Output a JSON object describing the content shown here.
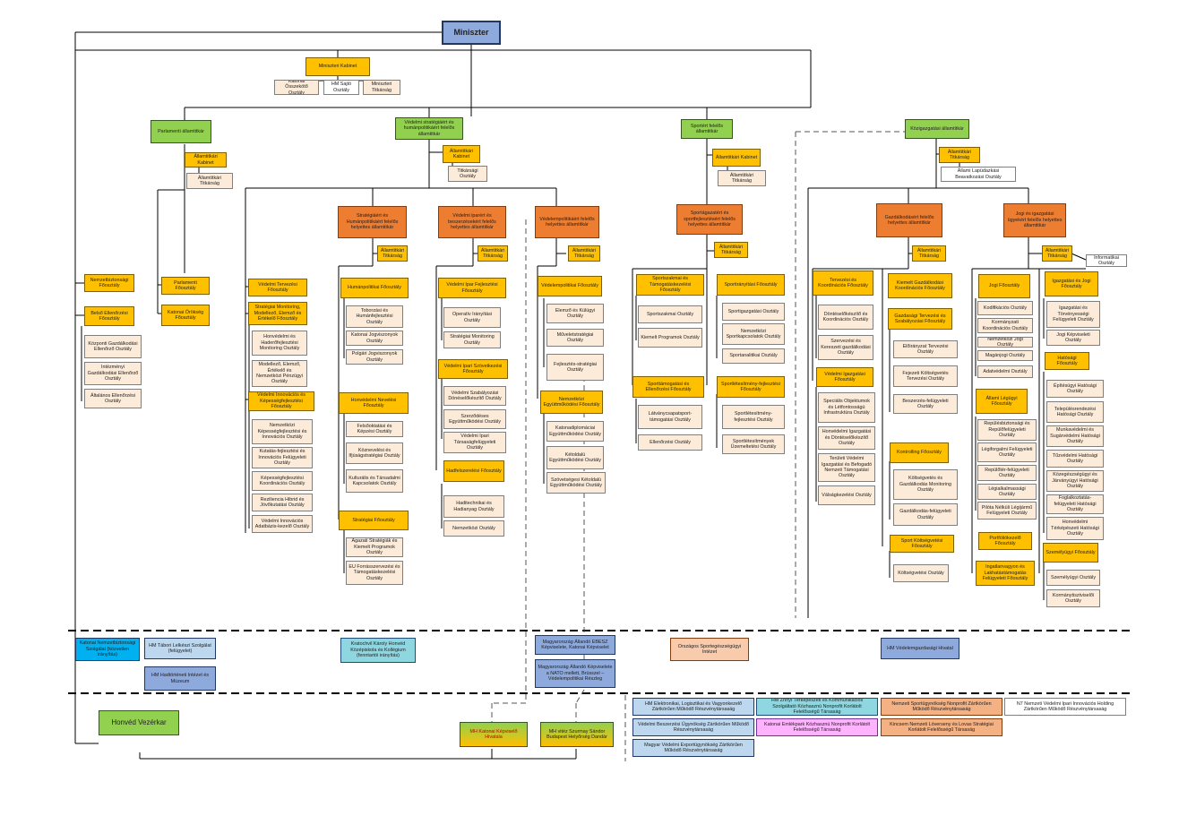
{
  "minister": "Miniszter",
  "cabinet": {
    "head": "Miniszteri Kabinet",
    "units": [
      "Katonai Összekötő Osztály",
      "HM Sajtó Osztály",
      "Miniszteri Titkárság"
    ]
  },
  "parliamentary": {
    "head": "Parlamenti államtitkár",
    "cabinet": "Államtitkári Kabinet",
    "secretariat": "Államtitkári Titkárság",
    "divisions": [
      "Parlamenti Főosztály",
      "Katonai Örökség Főosztály"
    ]
  },
  "left_column": {
    "nat_sec": "Nemzetbiztonsági Főosztály",
    "internal_audit": "Belső Ellenőrzési Főosztály",
    "units": [
      "Központi Gazdálkodási Ellenőrző Osztály",
      "Intézményi Gazdálkodási Ellenőrző Osztály",
      "Általános Ellenőrzési Osztály"
    ]
  },
  "defense_strategy": {
    "head": "Védelmi stratégiáért és humánpolitikáért felelős államtitkár",
    "cabinet": "Államtitkári Kabinet",
    "secretariat": "Titkársági Osztály",
    "planning": {
      "head": "Védelmi Tervezési Főosztály",
      "sub_head": "Stratégiai Monitoring, Modellező, Elemző és Értékelő Főosztály",
      "units": [
        "Honvédelmi és Haderőfejlesztési Monitoring Osztály",
        "Modellező, Elemző, Értékelő és Nemzetközi Pénzügyi Osztály"
      ]
    },
    "innovation": {
      "head": "Védelmi Innovációs és Képességfejlesztési Főosztály",
      "units": [
        "Nemzetközi Képességfejlesztési és Innovációs Osztály",
        "Kutatás-fejlesztési és Innovációs Felügyeleti Osztály",
        "Képességfejlesztési Koordinációs Osztály",
        "Reziliencia Hibrid és Jövőkutatási Osztály",
        "Védelmi Innovációs Adatbázis-kezelő Osztály"
      ]
    }
  },
  "deputy_strategy": {
    "head": "Stratégiáért és Humánpolitikáért felelős helyettes államtitkár",
    "secretariat": "Államtitkári Titkárság",
    "hr": {
      "head": "Humánpolitikai Főosztály",
      "units": [
        "Toborzási és Humánfejlesztési Osztály",
        "Katonai Jogviszonyok Osztály",
        "Polgári Jogviszonyok Osztály"
      ]
    },
    "education": {
      "head": "Honvédelmi Nevelési Főosztály",
      "units": [
        "Felsőoktatási és Képzési Osztály",
        "Köznevelési és Ifjúságstratégiai Osztály",
        "Kulturális és Társadalmi Kapcsolatok Osztály"
      ]
    },
    "strategy": {
      "head": "Stratégiai Főosztály",
      "units": [
        "Ágazati Stratégiák és Kiemelt Programok Osztály",
        "EU Forrásszervezési és Támogatáskezelési Osztály"
      ]
    }
  },
  "deputy_industry": {
    "head": "Védelmi iparért és beszerzésekért felelős helyettes államtitkár",
    "secretariat": "Államtitkári Titkárság",
    "industry": {
      "head": "Védelmi Ipar Fejlesztési Főosztály",
      "units": [
        "Operatív Irányítási Osztály",
        "Stratégiai Monitoring Osztály"
      ]
    },
    "cooperation": {
      "head": "Védelmi Ipari Szövetkezési Főosztály",
      "units": [
        "Védelmi Szabályozási Dönéselőkészítő Osztály",
        "Szerződéses Együttműködési Osztály",
        "Védelmi Ipari Társaságfelügyeleti Osztály"
      ]
    },
    "hadfelszer": {
      "head": "Hadfelszerelési Főosztály",
      "units": [
        "Haditechnikai és Hadianyag Osztály",
        "Nemzetközi Osztály"
      ]
    }
  },
  "deputy_defpol": {
    "head": "Védelempolitikáért felelős helyettes államtitkár",
    "secretariat": "Államtitkári Titkárság",
    "defpol": {
      "head": "Védelempolitikai Főosztály",
      "units": [
        "Elemző és Külügyi Osztály",
        "Műveletstratégiai Osztály",
        "Fejlesztés-stratégiai Osztály"
      ]
    },
    "intl": {
      "head": "Nemzetközi Együttműködési Főosztály",
      "units": [
        "Katonadiplomáciai Együttműködési Osztály",
        "Kétoldalú Együttműködési Osztály",
        "Szövetségesi Kétoldalú Együttműködési Osztály"
      ]
    }
  },
  "sport": {
    "head": "Sportért felelős államtitkár",
    "cabinet": "Államtitkári Kabinet",
    "secretariat": "Államtitkári Titkárság",
    "deputy": "Sportágazatért és sportfejlesztésért felelős helyettes államtitkár",
    "deputy_secretariat": "Államtitkári Titkárság",
    "spk": {
      "head": "Sportszakmai és Támogatáskezelési Főosztály",
      "units": [
        "Sportszakmai Osztály",
        "Kiemelt Programok Osztály"
      ]
    },
    "spi": {
      "head": "Sportirányítási Főosztály",
      "units": [
        "Sportigazgatási Osztály",
        "Nemzetközi Sportkapcsolatok Osztály",
        "Sportanalitikai Osztály"
      ]
    },
    "spe": {
      "head": "Sporttámogatási és Ellenőrzési Főosztály",
      "units": [
        "Látványcsapatsport-támogatási Osztály",
        "Ellenőrzési Osztály"
      ]
    },
    "spl": {
      "head": "Sportlétesítmény-fejlesztési Főosztály",
      "units": [
        "Sportlétesítmény-fejlesztési Osztály",
        "Sportlétesítmények Üzemeltetési Osztály"
      ]
    }
  },
  "admin": {
    "head": "Közigazgatási államtitkár",
    "secretariat": "Államtitkári Titkárság",
    "state_audit": "Állami Lapüdazkási Beavatkozási Osztály",
    "economic": {
      "head": "Gazdálkodásért felelős helyettes államtitkár",
      "secretariat": "Államtitkári Titkárság",
      "planning": {
        "head": "Tervezési és Koordinációs Főosztály",
        "units": [
          "Döntéselőkészítő és Koordinációs Osztály",
          "Szervezési és Kereszeti gazdálkodási Osztály"
        ]
      },
      "infra": {
        "head": "Védelmi Igazgatási Főosztály",
        "units": [
          "Speciális Objektumok és Létfontosságú Infrastruktúra Osztály",
          "Honvédelmi Igazgatási és Döntéselőkészítő Osztály",
          "Területi Védelmi Igazgatási és Befogadó Nemzeti Támogatási Osztály",
          "Válságkezelési Osztály"
        ]
      },
      "coord": "Kiemelt Gazdálkodási Koordinációs Főosztály",
      "budget": {
        "head": "Gazdasági Tervezési és Szabályozási Főosztály",
        "units": [
          "Előirányzat Tervezési Osztály",
          "Fejezeti Költségvetés Tervezési Osztály",
          "Beszerzés-felügyeleti Osztály"
        ]
      },
      "controlling": {
        "head": "Kontrolling Főosztály",
        "units": [
          "Költségvetés és Gazdálkodás Monitoring Osztály",
          "Gazdálkodás-felügyeleti Osztály"
        ]
      },
      "sportbudget": {
        "head": "Sport Költségvetési Főosztály",
        "units": [
          "Költségvetési Osztály"
        ]
      }
    },
    "legal": {
      "head": "Jogi és igazgatási ügyekért felelős helyettes államtitkár",
      "secretariat": "Államtitkári Titkárság",
      "info": "Informatikai Osztály",
      "law": {
        "head": "Jogi Főosztály",
        "units": [
          "Kodifikációs Osztály",
          "Kormányzati Koordinációs Osztály",
          "Nemzetközi Jogi Osztály",
          "Magánjogi Osztály",
          "Adatvédelmi Osztály"
        ]
      },
      "airspace": {
        "head": "Állami Légügyi Főosztály",
        "units": [
          "Repülésbiztonsági és Repülőfelügyeleti Osztály",
          "Légiforgalmi Felügyeleti Osztály",
          "Repülőtér-felügyeleti Osztály",
          "Légialkalmassági Osztály",
          "Pilóta Nélküli Légijármű Felügyeleti Osztály"
        ]
      },
      "facility": {
        "head": "Portfóliókezelő Főosztály",
        "units": []
      },
      "property": {
        "head": "Ingatlanvagyon és Lakhatástámogatás Felügyeleti Főosztály",
        "units": []
      },
      "justice": {
        "head": "Igazgatási és Jogi Főosztály",
        "units": [
          "Igazgatási és Törvényességi Felügyeleti Osztály",
          "Jogi Képviseleti Osztály"
        ]
      },
      "authority": {
        "head": "Hatósági Főosztály",
        "units": [
          "Építésügyi Hatósági Osztály",
          "Településrendezési Hatósági Osztály",
          "Munkavédelmi és Sugárvédelmi Hatósági Osztály",
          "Tűzvédelmi Hatósági Osztály",
          "Közegészségügyi és Járványügyi Hatósági Osztály",
          "Foglalkoztatás-felügyeleti Hatósági Osztály",
          "Honvédelmi Térképészeti Hatósági Osztály"
        ]
      },
      "personnel": {
        "head": "Személyügyi Főosztály",
        "units": [
          "Személyügyi Osztály",
          "Kormánytisztviselői Osztály"
        ]
      }
    }
  },
  "agencies": {
    "kat_nem": "Katonai Nemzetbiztonsági Szolgálat (közvetlen irányítás)",
    "tabori": "HM Tábori Lelkészi Szolgálat (felügyelet)",
    "hadtort": "HM Hadtörténeti Intézet és Múzeum",
    "kratochvil": "Kratochvil Károly Honvéd Középiskola és Kollégium (fenntartói irányítás)",
    "ebesz": "Magyarország Állandó EBESZ Képviselete, Katonai Képviselet",
    "nato": "Magyarország Állandó Képviselete a NATO mellett, Brüsszel – Védelempolitikai Részleg",
    "sportint": "Országos Sportegészségügyi Intézet",
    "vedelmi_hiv": "HM Védelemgazdasági Hivatal"
  },
  "bottom": {
    "vezerkar": "Honvéd Vezérkar",
    "kepviselo": "MH Katonai Képviselő Hivatala",
    "szurmay": "MH vitéz Szurmay Sándor Budapest Helyőrség Dandár"
  },
  "companies": [
    "HM Elektronikai, Logisztikai és Vagyonkezelő Zártkörűen Működő Részvénytársaság",
    "HM Zrínyi Térképészeti és Kommunikációs Szolgáltató Közhasznú Nonprofit Korlátolt Felelősségű Társaság",
    "Nemzeti Sportügynökség Nonprofit Zártkörűen Működő Részvénytársaság",
    "N7 Nemzeti Védelmi Ipari Innovációs Holding Zártkörűen Működő Részvénytársaság",
    "Védelmi Beszerzési Ügynökség Zártkörűen Működő Részvénytársaság",
    "Katonai Emlékpark Közhasznú Nonprofit Korlátolt Felelősségű Társaság",
    "Kincsem Nemzeti Lóverseny és Lovas Stratégiai Korlátolt Felelősségű Társaság",
    "Magyar Védelmi Exportügynökség Zártkörűen Működő Részvénytársaság"
  ]
}
